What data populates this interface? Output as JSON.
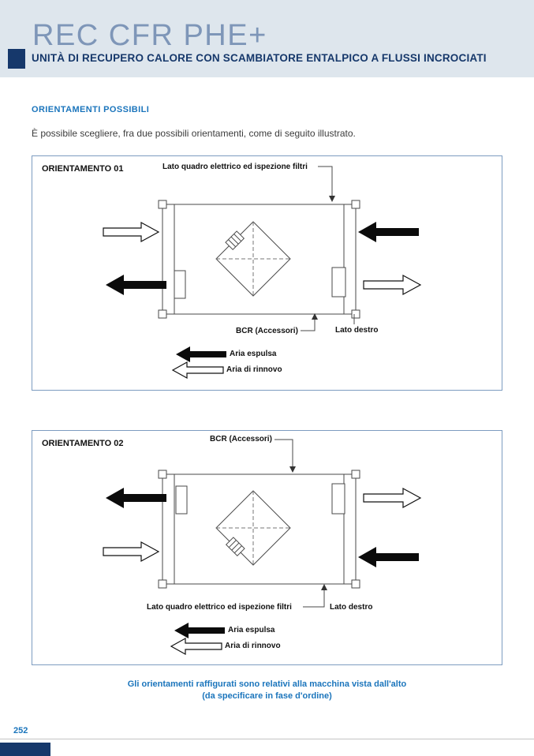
{
  "header": {
    "title": "REC CFR PHE+",
    "subtitle": "UNITÀ DI RECUPERO CALORE CON SCAMBIATORE ENTALPICO A FLUSSI INCROCIATI"
  },
  "section": {
    "heading": "ORIENTAMENTI POSSIBILI",
    "intro": "È possibile scegliere, fra due possibili orientamenti, come di seguito illustrato."
  },
  "diagrams": [
    {
      "title": "ORIENTAMENTO 01",
      "label_panel": "Lato quadro elettrico ed ispezione filtri",
      "label_bcr": "BCR (Accessori)",
      "label_right_side": "Lato destro",
      "legend": {
        "exhaust": "Aria espulsa",
        "fresh": "Aria di rinnovo"
      }
    },
    {
      "title": "ORIENTAMENTO 02",
      "label_panel": "Lato quadro elettrico ed ispezione filtri",
      "label_bcr": "BCR (Accessori)",
      "label_right_side": "Lato destro",
      "legend": {
        "exhaust": "Aria espulsa",
        "fresh": "Aria di rinnovo"
      }
    }
  ],
  "note": {
    "line1": "Gli orientamenti raffigurati sono relativi alla macchina vista dall'alto",
    "line2": "(da specificare in fase d'ordine)"
  },
  "footer": {
    "page_number": "252"
  },
  "colors": {
    "navy": "#16386b",
    "blue": "#1b75bc",
    "title_blue": "#7e96b8",
    "header_band": "#dee6ed",
    "box_border": "#7d9cc0"
  }
}
